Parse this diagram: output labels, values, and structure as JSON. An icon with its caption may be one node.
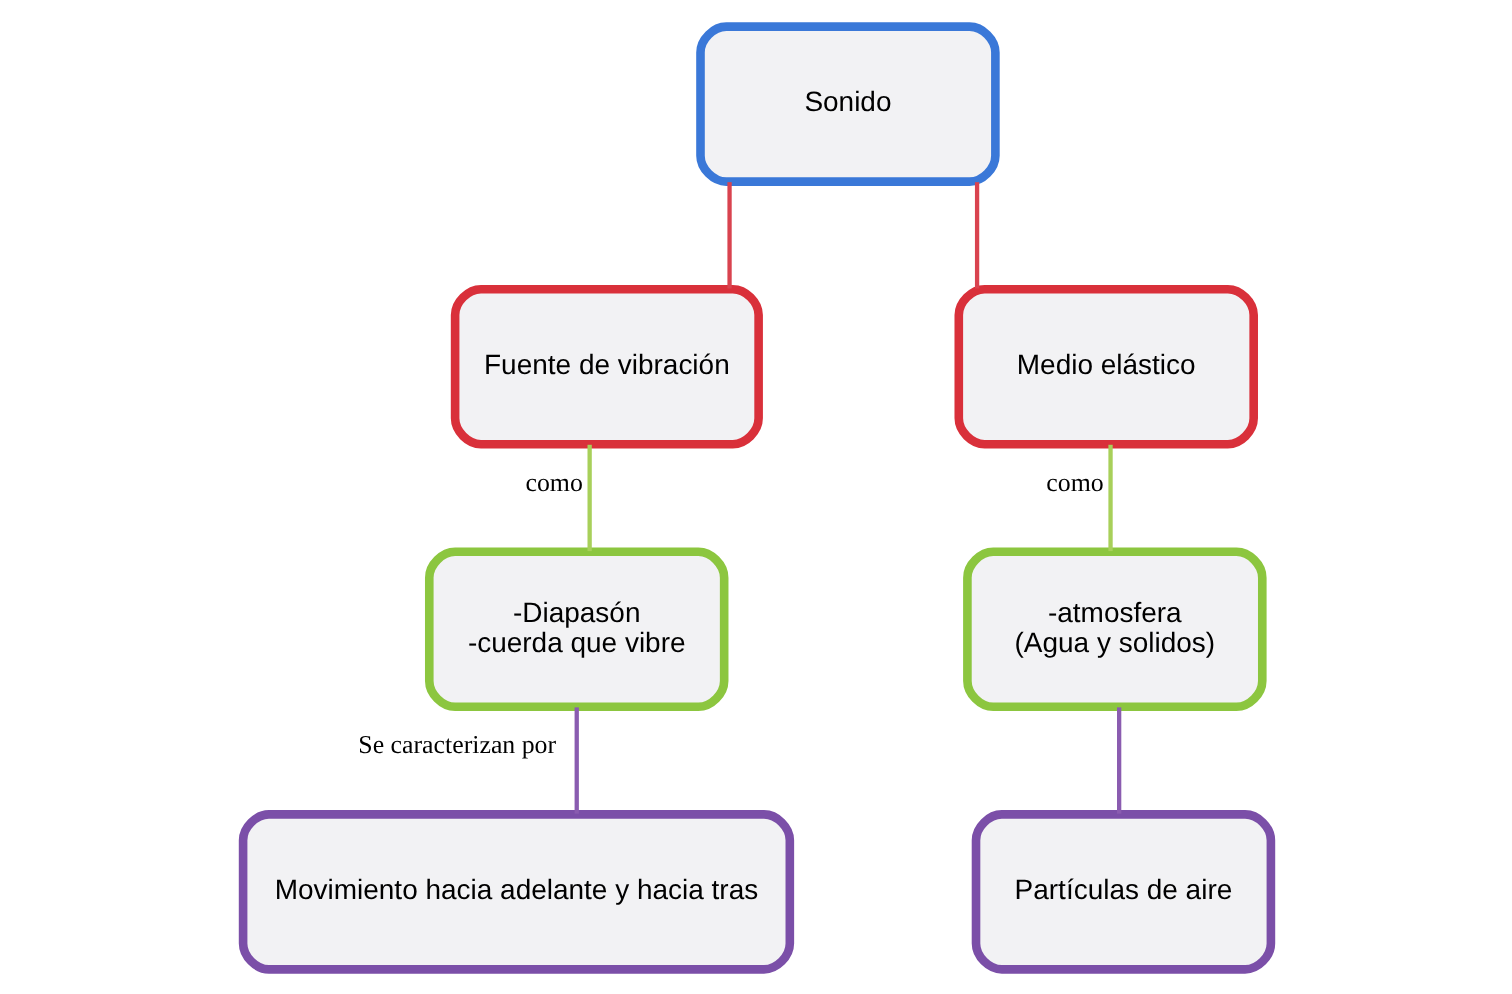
{
  "diagram": {
    "nodes": [
      {
        "text": [
          "Sonido"
        ]
      },
      {
        "text": [
          "Fuente de vibración"
        ]
      },
      {
        "text": [
          "Medio elástico"
        ]
      },
      {
        "text": [
          "-Diapasón",
          "-cuerda que vibre"
        ]
      },
      {
        "text": [
          "-atmosfera",
          "(Agua y solidos)"
        ]
      },
      {
        "text": [
          "Movimiento hacia adelante y hacia tras"
        ]
      },
      {
        "text": [
          "Partículas de aire"
        ]
      }
    ],
    "edges": [
      {
        "from": 0,
        "to": 1,
        "arrow": "none",
        "color": "#d9434f"
      },
      {
        "from": 0,
        "to": 2,
        "arrow": "none",
        "color": "#d9434f"
      },
      {
        "from": 1,
        "to": 3,
        "arrow": "none",
        "label": "como",
        "color": "#a8d05a"
      },
      {
        "from": 2,
        "to": 4,
        "arrow": "none",
        "label": "como",
        "color": "#a8d05a"
      },
      {
        "from": 3,
        "to": 5,
        "arrow": "none",
        "label": "Se caracterizan por",
        "color": "#8a5cb0"
      },
      {
        "from": 4,
        "to": 6,
        "arrow": "none",
        "color": "#8a5cb0"
      }
    ]
  }
}
